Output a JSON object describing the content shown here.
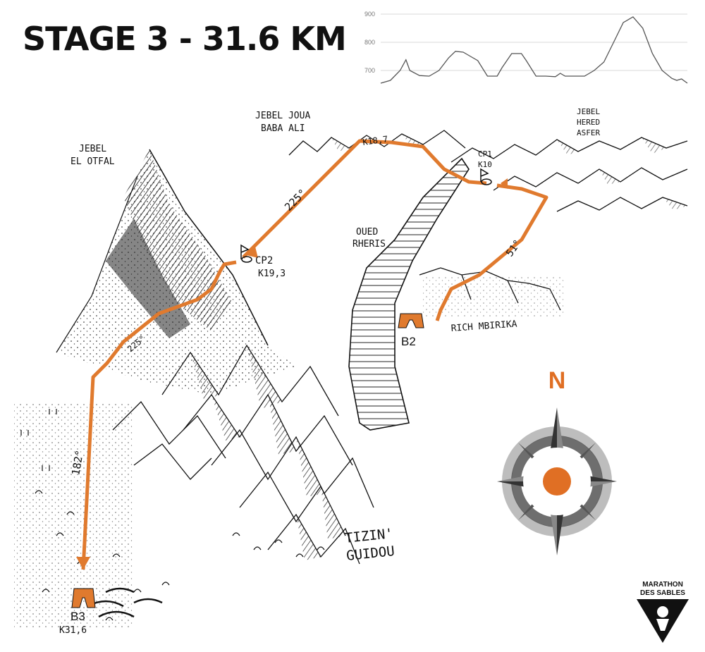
{
  "header": {
    "title": "STAGE 3 - 31.6 KM"
  },
  "chart_data": {
    "type": "area",
    "title": "",
    "xlabel": "",
    "ylabel": "",
    "yticks": [
      "900",
      "800",
      "700"
    ],
    "ylim": [
      650,
      910
    ],
    "xlim": [
      0,
      31.6
    ],
    "x": [
      0,
      1,
      2,
      2.6,
      3,
      4,
      5,
      6,
      7,
      7.7,
      8.5,
      9,
      10,
      11,
      12,
      12.5,
      13.5,
      14.5,
      15,
      16,
      17,
      18,
      18.5,
      19,
      19.3,
      20,
      21,
      22,
      23,
      24,
      25,
      26,
      27,
      28,
      29,
      30,
      30.5,
      31,
      31.6
    ],
    "y": [
      655,
      665,
      700,
      738,
      700,
      682,
      680,
      700,
      745,
      768,
      765,
      755,
      735,
      680,
      680,
      710,
      760,
      760,
      735,
      680,
      680,
      678,
      690,
      680,
      680,
      680,
      680,
      700,
      730,
      800,
      870,
      890,
      850,
      760,
      700,
      672,
      665,
      670,
      655
    ]
  },
  "map": {
    "labels": {
      "jebel_el_otfal": [
        "JEBEL",
        "EL OTFAL"
      ],
      "jebel_joua": [
        "JEBEL JOUA",
        "BABA ALI"
      ],
      "jebel_hered": [
        "JEBEL",
        "HERED",
        "ASFER"
      ],
      "oued": [
        "OUED",
        "RHERIS"
      ],
      "rich_mbirika": "RICH MBIRIKA",
      "tizin_guidou": [
        "TIZIN'",
        "GUIDOU"
      ]
    },
    "points": {
      "b2": "B2",
      "cp1": "CP1",
      "k10": "K10",
      "k18": "K18,7",
      "cp2": "CP2",
      "k19": "K19,3",
      "b3": "B3",
      "k31": "K31,6"
    },
    "bearings": {
      "b2_to_cp1": "51°",
      "k18_to_cp2": "225°",
      "cp2_down": "225°",
      "to_b3": "182°"
    },
    "route_color": "#e07a2e",
    "compass": {
      "north": "N",
      "north_color": "#e06f24",
      "center_color": "#e06f24"
    }
  },
  "logo": {
    "line1": "MARATHON",
    "line2": "DES SABLES"
  }
}
